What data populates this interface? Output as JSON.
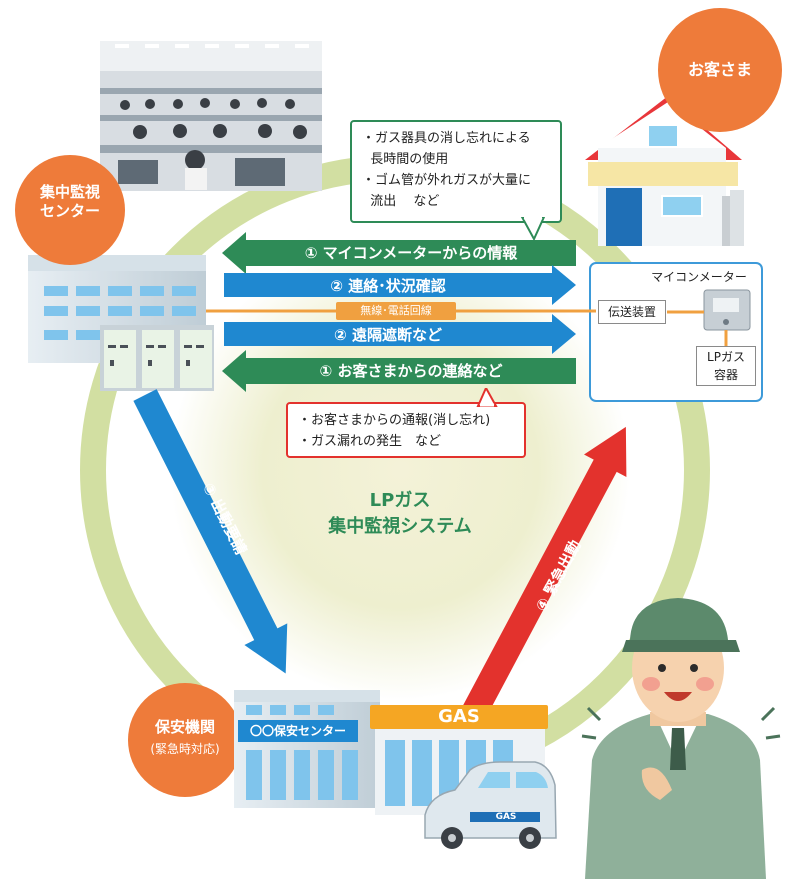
{
  "actors": {
    "center": "集中監視\nセンター",
    "customer": "お客さま",
    "security": "保安機関",
    "security_sub": "(緊急時対応)"
  },
  "arrows": {
    "meter_info": "① マイコンメーターからの情報",
    "contact_check": "② 連絡･状況確認",
    "line_label": "無線･電話回線",
    "remote_shutoff": "② 遠隔遮断など",
    "customer_contact": "① お客さまからの連絡など",
    "dispatch_request": "③ 出動要請",
    "emergency_dispatch": "④ 緊急出動"
  },
  "callouts": {
    "top": [
      "・ガス器具の消し忘れによる",
      "  長時間の使用",
      "・ゴム管が外れガスが大量に",
      "  流出　 など"
    ],
    "bottom": [
      "・お客さまからの通報(消し忘れ)",
      "・ガス漏れの発生　など"
    ]
  },
  "meter": {
    "title": "マイコンメーター",
    "transmitter": "伝送装置",
    "lp_container": "LPガス\n容器"
  },
  "system_title": "LPガス\n集中監視システム",
  "buildings": {
    "security_center_sign": "〇〇保安センター",
    "gas_sign": "GAS",
    "car_text": "GAS"
  },
  "colors": {
    "green_arrow": "#2e8b57",
    "blue_arrow": "#1f88d0",
    "red_arrow": "#e3322d",
    "orange_circle": "#ee7b3a",
    "ring": "#cddc9a",
    "line": "#f0a040"
  }
}
